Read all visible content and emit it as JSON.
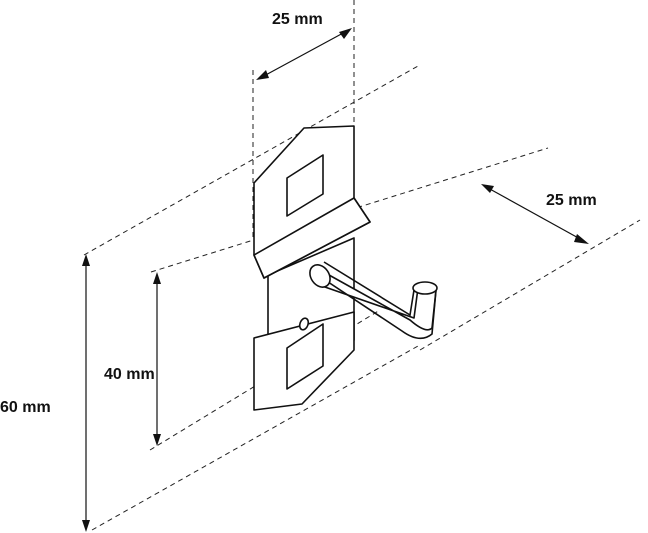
{
  "diagram": {
    "colors": {
      "line": "#111111",
      "background": "#ffffff"
    },
    "dimensions": {
      "top_width": "25 mm",
      "hook_depth": "25 mm",
      "inner_height": "40 mm",
      "total_height": "60 mm"
    }
  }
}
